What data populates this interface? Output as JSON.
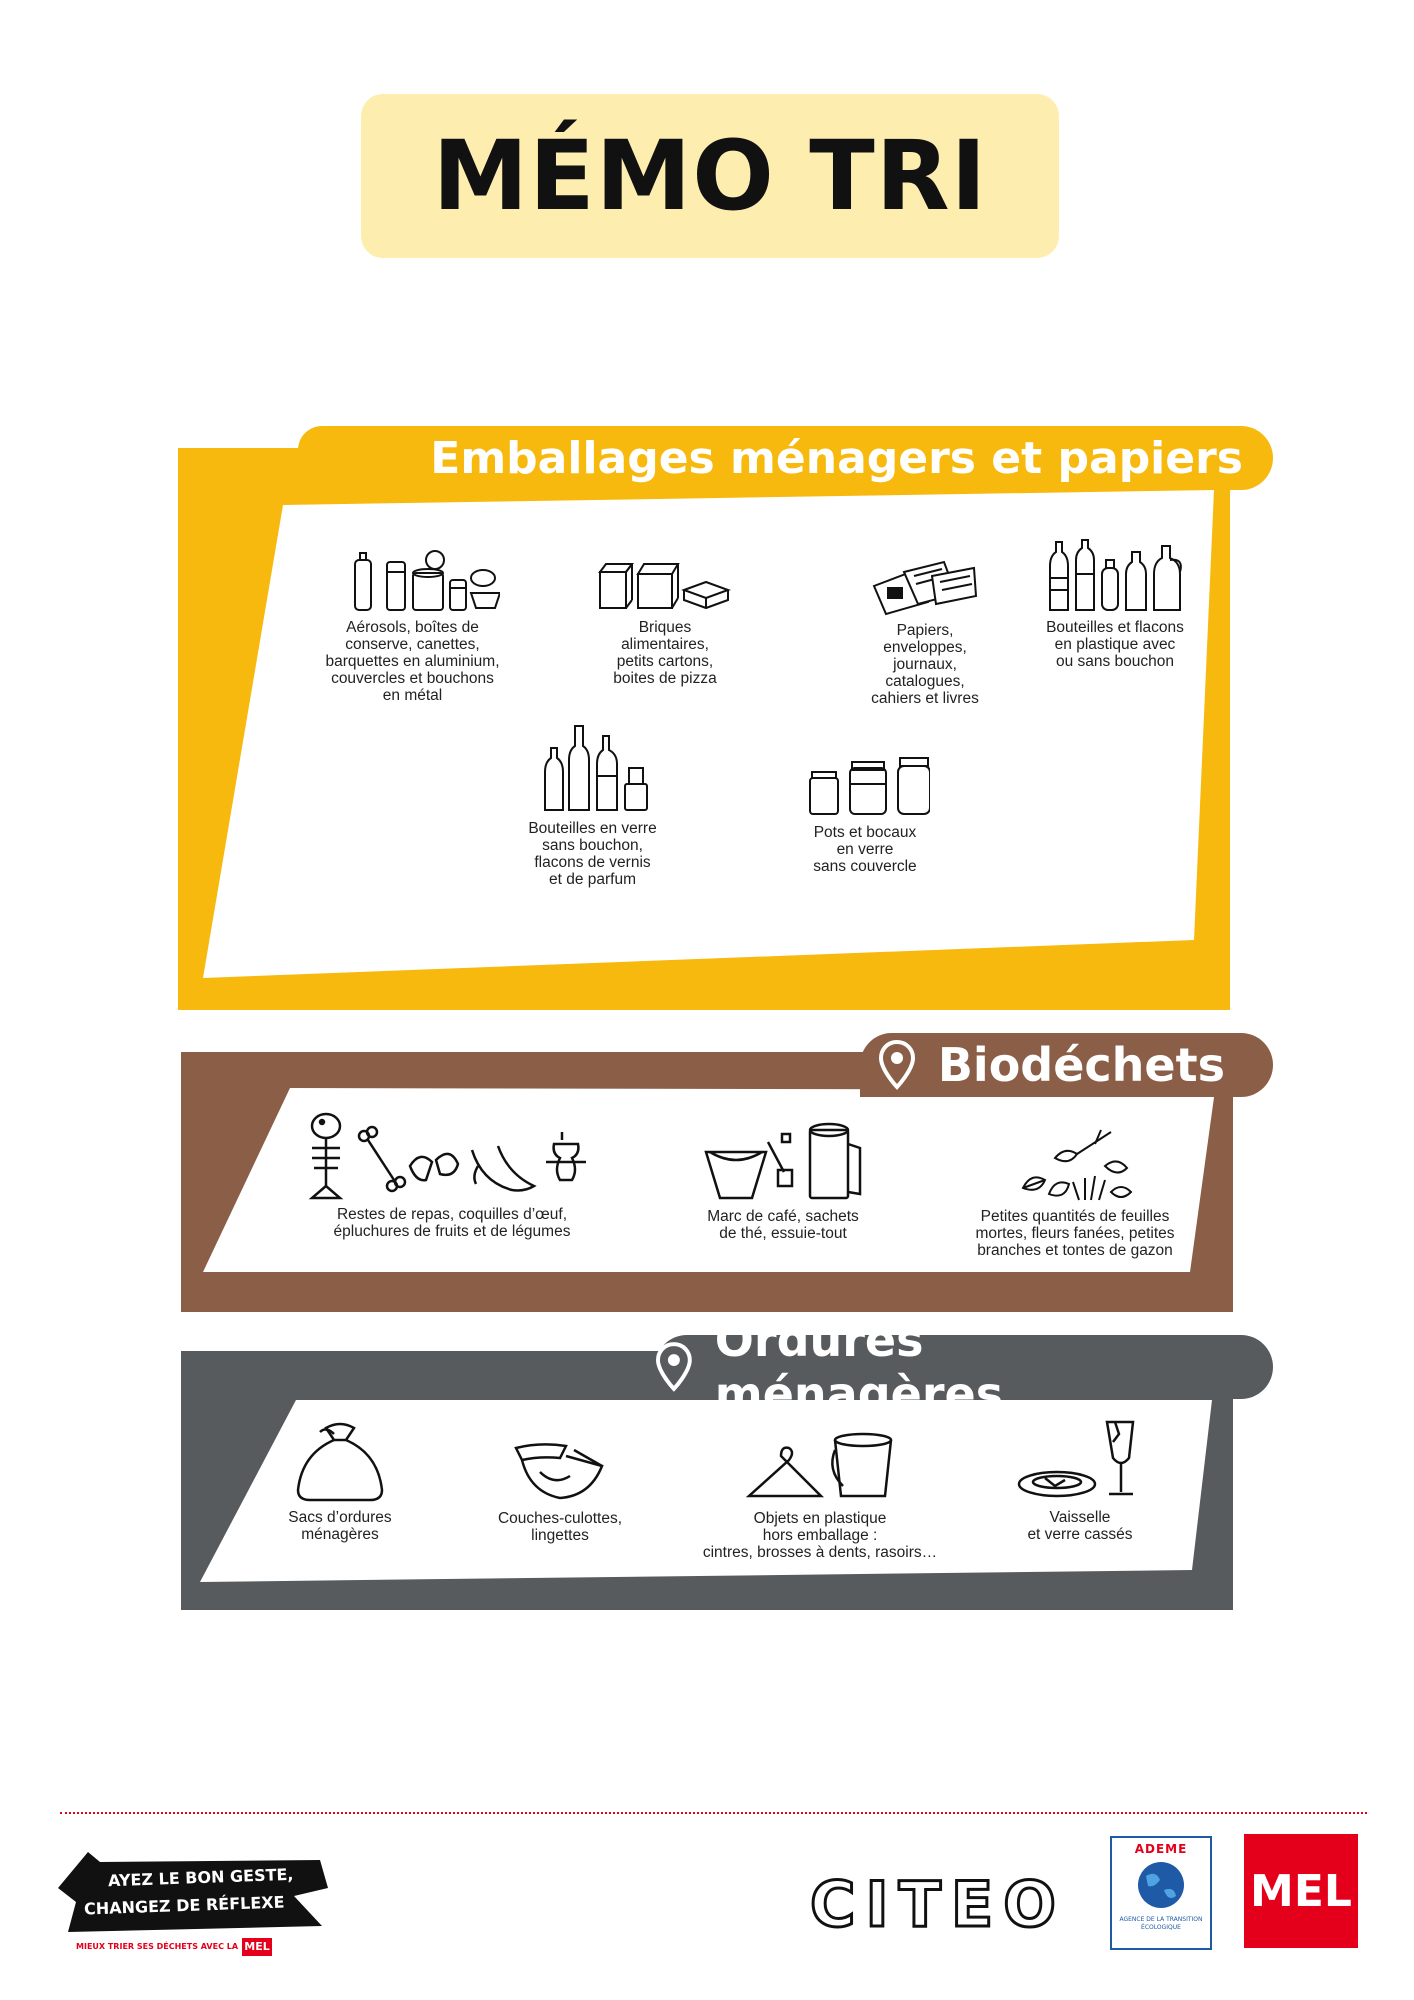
{
  "title": "MÉMO TRI",
  "sections": [
    {
      "id": "emballages",
      "title": "Emballages ménagers et papiers",
      "color": "#f7b90e",
      "items": [
        {
          "icon": "metal-packaging-icon",
          "caption": "Aérosols, boîtes de\nconserve, canettes,\nbarquettes en aluminium,\ncouvercles et bouchons\nen métal"
        },
        {
          "icon": "cardboard-icon",
          "caption": "Briques\nalimentaires,\npetits cartons,\nboites de pizza"
        },
        {
          "icon": "papers-icon",
          "caption": "Papiers,\nenveloppes,\njournaux,\ncatalogues,\ncahiers et livres"
        },
        {
          "icon": "plastic-bottles-icon",
          "caption": "Bouteilles et flacons\nen plastique avec\nou sans bouchon"
        },
        {
          "icon": "glass-bottles-icon",
          "caption": "Bouteilles en verre\nsans bouchon,\nflacons de vernis\net de parfum"
        },
        {
          "icon": "glass-jars-icon",
          "caption": "Pots et bocaux\nen verre\nsans couvercle"
        }
      ]
    },
    {
      "id": "biodechets",
      "title": "Biodéchets",
      "color": "#8a5e47",
      "items": [
        {
          "icon": "food-scraps-icon",
          "caption": "Restes de repas, coquilles d’œuf,\népluchures de fruits et de légumes"
        },
        {
          "icon": "coffee-tea-towel-icon",
          "caption": "Marc de café, sachets\nde thé, essuie-tout"
        },
        {
          "icon": "leaves-grass-icon",
          "caption": "Petites quantités de feuilles\nmortes, fleurs fanées, petites\nbranches et tontes de gazon"
        }
      ]
    },
    {
      "id": "ordures",
      "title": "Ordures ménagères",
      "color": "#575b5e",
      "items": [
        {
          "icon": "trash-bag-icon",
          "caption": "Sacs d’ordures\nménagères"
        },
        {
          "icon": "diaper-icon",
          "caption": "Couches-culottes,\nlingettes"
        },
        {
          "icon": "hanger-bucket-icon",
          "caption": "Objets en plastique\nhors emballage :\ncintres, brosses à dents, rasoirs…"
        },
        {
          "icon": "broken-dishes-icon",
          "caption": "Vaisselle\net verre cassés"
        }
      ]
    }
  ],
  "footer": {
    "campaign_line1": "AYEZ LE BON GESTE,",
    "campaign_line2": "CHANGEZ DE RÉFLEXE",
    "campaign_sub": "MIEUX TRIER SES DÉCHETS AVEC LA",
    "mel_small": "MEL",
    "citeo": "CITEO",
    "ademe": "ADEME",
    "ademe_sub": "AGENCE DE LA TRANSITION ÉCOLOGIQUE",
    "mel": "MEL",
    "accent_color": "#e4001b"
  }
}
